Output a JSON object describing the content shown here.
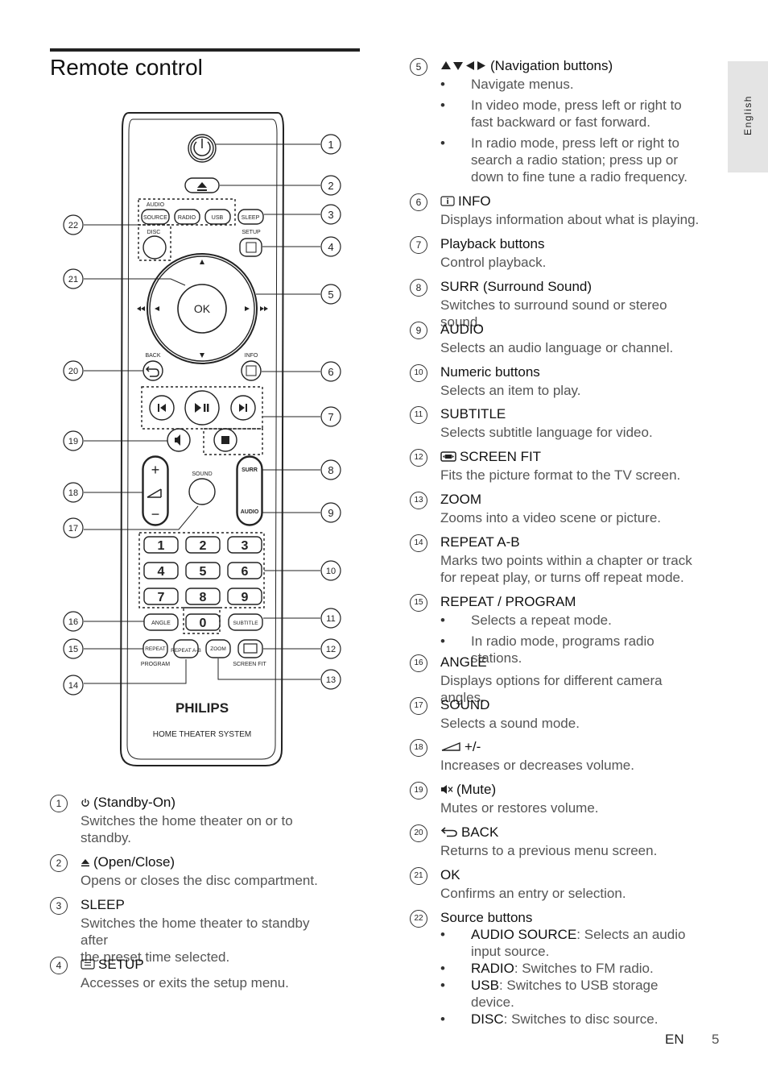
{
  "page": {
    "title": "Remote control",
    "side_tab": "English",
    "footer_lang": "EN",
    "footer_page": "5"
  },
  "remote": {
    "brand": "PHILIPS",
    "model": "HOME THEATER SYSTEM",
    "labels": {
      "audio": "AUDIO",
      "source": "SOURCE",
      "radio": "RADIO",
      "usb": "USB",
      "sleep": "SLEEP",
      "disc": "DISC",
      "setup": "SETUP",
      "ok": "OK",
      "back": "BACK",
      "info": "INFO",
      "surr": "SURR",
      "audio_btn": "AUDIO",
      "sound": "SOUND",
      "angle": "ANGLE",
      "subtitle": "SUBTITLE",
      "repeat": "REPEAT",
      "program": "PROGRAM",
      "repeat_ab": "REPEAT A-B",
      "zoom": "ZOOM",
      "screen_fit": "SCREEN FIT",
      "plus": "+",
      "minus": "−"
    },
    "digits": [
      "1",
      "2",
      "3",
      "4",
      "5",
      "6",
      "7",
      "8",
      "9",
      "0"
    ],
    "callouts": [
      "1",
      "2",
      "3",
      "4",
      "5",
      "6",
      "7",
      "8",
      "9",
      "10",
      "11",
      "12",
      "13",
      "14",
      "15",
      "16",
      "17",
      "18",
      "19",
      "20",
      "21",
      "22"
    ]
  },
  "left_entries": [
    {
      "n": "1",
      "head": "(Standby-On)",
      "icon": "power-icon",
      "body": [
        "Switches the home theater on or to",
        "standby."
      ]
    },
    {
      "n": "2",
      "head": "(Open/Close)",
      "icon": "eject-icon",
      "body": [
        "Opens or closes the disc compartment."
      ]
    },
    {
      "n": "3",
      "head": "SLEEP",
      "body": [
        "Switches the home theater to standby after",
        "the preset time selected."
      ]
    },
    {
      "n": "4",
      "head": "SETUP",
      "icon": "setup-icon",
      "body": [
        "Accesses or exits the setup menu."
      ]
    }
  ],
  "right_entries": [
    {
      "n": "5",
      "head": "(Navigation buttons)",
      "icon": "navigation-arrows-icon",
      "bullets": [
        [
          "Navigate menus."
        ],
        [
          "In video mode, press left or right to",
          "fast backward or fast forward."
        ],
        [
          "In radio mode, press left or right to",
          "search a radio station; press up or",
          "down to fine tune a radio frequency."
        ]
      ]
    },
    {
      "n": "6",
      "head": "INFO",
      "icon": "info-icon",
      "body": [
        "Displays information about what is playing."
      ]
    },
    {
      "n": "7",
      "head": "Playback buttons",
      "body": [
        "Control playback."
      ]
    },
    {
      "n": "8",
      "head": "SURR (Surround Sound)",
      "body": [
        "Switches to surround sound or stereo sound."
      ]
    },
    {
      "n": "9",
      "head": "AUDIO",
      "body": [
        "Selects an audio language or channel."
      ]
    },
    {
      "n": "10",
      "head": "Numeric buttons",
      "body": [
        "Selects an item to play."
      ]
    },
    {
      "n": "11",
      "head": "SUBTITLE",
      "body": [
        "Selects subtitle language for video."
      ]
    },
    {
      "n": "12",
      "head": "SCREEN FIT",
      "icon": "screen-fit-icon",
      "body": [
        "Fits the picture format to the TV screen."
      ]
    },
    {
      "n": "13",
      "head": "ZOOM",
      "body": [
        "Zooms into a video scene or picture."
      ]
    },
    {
      "n": "14",
      "head": "REPEAT A-B",
      "body": [
        "Marks two points within a chapter or track",
        "for repeat play, or turns off repeat mode."
      ]
    },
    {
      "n": "15",
      "head": "REPEAT / PROGRAM",
      "bullets": [
        [
          "Selects a repeat mode."
        ],
        [
          "In radio mode, programs radio stations."
        ]
      ]
    },
    {
      "n": "16",
      "head": "ANGLE",
      "body": [
        "Displays options for different camera angles."
      ]
    },
    {
      "n": "17",
      "head": "SOUND",
      "body": [
        "Selects a sound mode."
      ]
    },
    {
      "n": "18",
      "head": "+/-",
      "icon": "volume-icon",
      "body": [
        "Increases or decreases volume."
      ]
    },
    {
      "n": "19",
      "head": "(Mute)",
      "icon": "mute-icon",
      "body": [
        "Mutes or restores volume."
      ]
    },
    {
      "n": "20",
      "head": "BACK",
      "icon": "back-icon",
      "body": [
        "Returns to a previous menu screen."
      ]
    },
    {
      "n": "21",
      "head": "OK",
      "body": [
        "Confirms an entry or selection."
      ]
    },
    {
      "n": "22",
      "head": "Source buttons",
      "sources": [
        {
          "key": "AUDIO SOURCE",
          "text": ": Selects an audio",
          "cont": "input source."
        },
        {
          "key": "RADIO",
          "text": ": Switches to FM radio."
        },
        {
          "key": "USB",
          "text": ": Switches to USB storage device."
        },
        {
          "key": "DISC",
          "text": ": Switches to disc source."
        }
      ]
    }
  ]
}
